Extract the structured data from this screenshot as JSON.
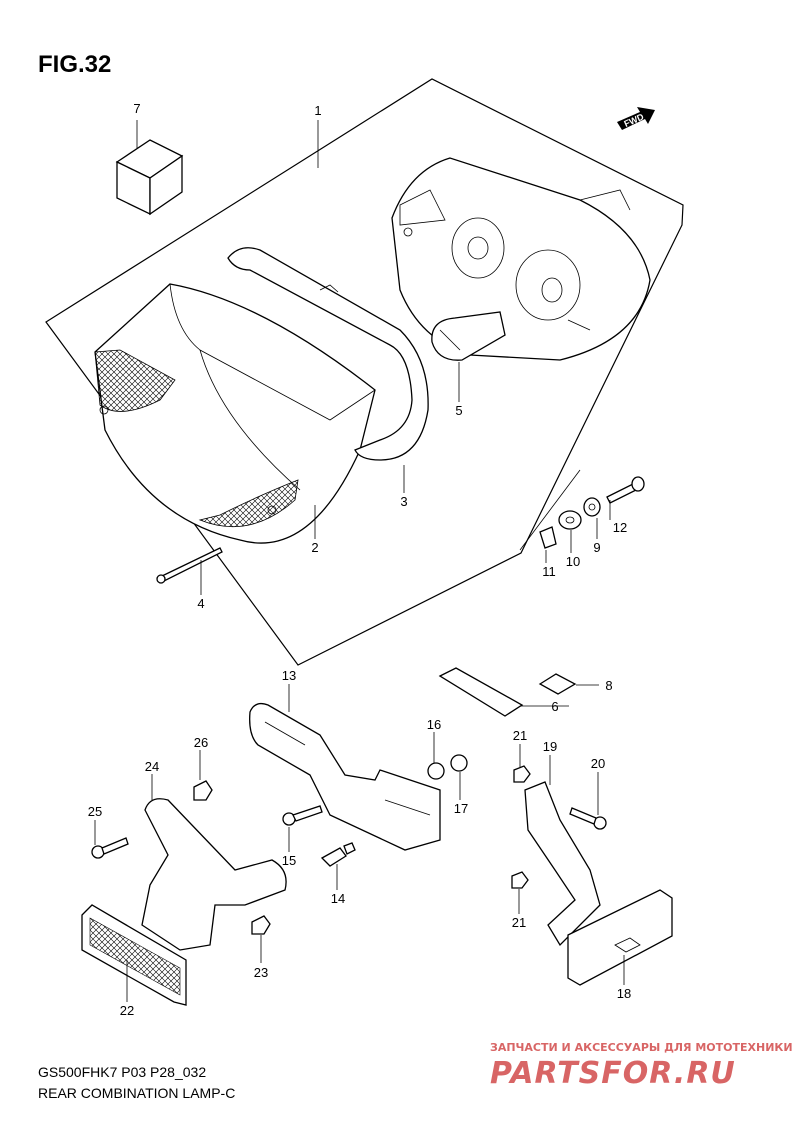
{
  "figure": {
    "title": "FIG.32",
    "fwd_label": "FWD"
  },
  "callouts": [
    {
      "id": "c1",
      "label": "1"
    },
    {
      "id": "c2",
      "label": "2"
    },
    {
      "id": "c3",
      "label": "3"
    },
    {
      "id": "c4",
      "label": "4"
    },
    {
      "id": "c5",
      "label": "5"
    },
    {
      "id": "c6",
      "label": "6"
    },
    {
      "id": "c7",
      "label": "7"
    },
    {
      "id": "c8",
      "label": "8"
    },
    {
      "id": "c9",
      "label": "9"
    },
    {
      "id": "c10",
      "label": "10"
    },
    {
      "id": "c11",
      "label": "11"
    },
    {
      "id": "c12",
      "label": "12"
    },
    {
      "id": "c13",
      "label": "13"
    },
    {
      "id": "c14",
      "label": "14"
    },
    {
      "id": "c15",
      "label": "15"
    },
    {
      "id": "c16",
      "label": "16"
    },
    {
      "id": "c17",
      "label": "17"
    },
    {
      "id": "c18",
      "label": "18"
    },
    {
      "id": "c19",
      "label": "19"
    },
    {
      "id": "c20",
      "label": "20"
    },
    {
      "id": "c21a",
      "label": "21"
    },
    {
      "id": "c21b",
      "label": "21"
    },
    {
      "id": "c22",
      "label": "22"
    },
    {
      "id": "c23",
      "label": "23"
    },
    {
      "id": "c24",
      "label": "24"
    },
    {
      "id": "c25",
      "label": "25"
    },
    {
      "id": "c26",
      "label": "26"
    }
  ],
  "footer": {
    "code": "GS500FHK7 P03 P28_032",
    "caption": "REAR COMBINATION LAMP-C"
  },
  "watermark": {
    "tagline": "ЗАПЧАСТИ И АКСЕССУАРЫ ДЛЯ МОТОТЕХНИКИ",
    "logo": "PARTSFOR.RU"
  }
}
